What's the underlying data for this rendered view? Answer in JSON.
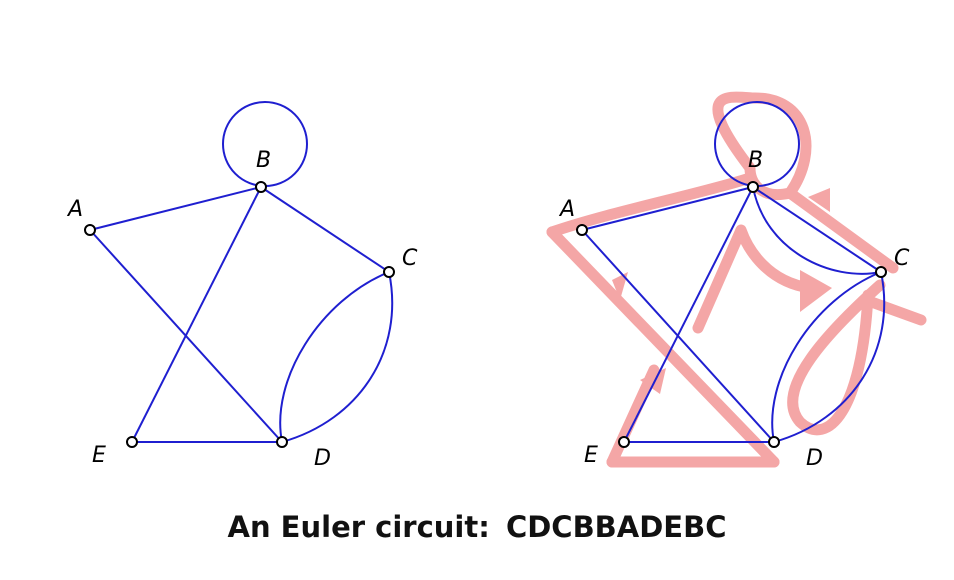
{
  "caption": {
    "prefix": "An Euler circuit:",
    "sequence": "CDCBBADEBC"
  },
  "graph": {
    "vertex_labels": {
      "A": "A",
      "B": "B",
      "C": "C",
      "D": "D",
      "E": "E"
    }
  },
  "colors": {
    "edge": "#1f1fd0",
    "trail": "#f4a6a6",
    "vertex_fill": "#ffffff",
    "vertex_stroke": "#000000",
    "label": "#000000"
  }
}
